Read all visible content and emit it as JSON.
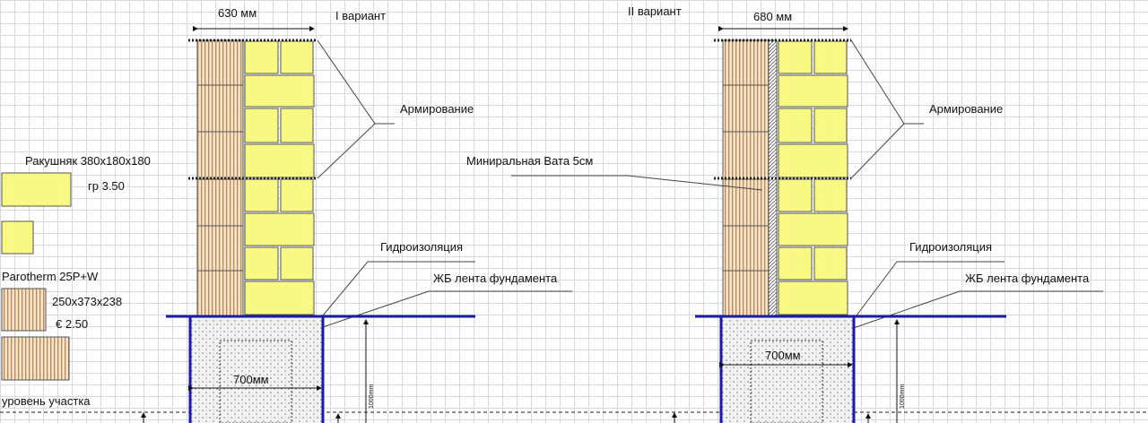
{
  "legend": {
    "shell_rock": "Ракушняк 380x180x180",
    "shell_rock_price": "гр 3.50",
    "parotherm": "Parotherm 25P+W",
    "parotherm_size": "250x373x238",
    "parotherm_price": "€ 2.50",
    "ground_level": "уровень участка"
  },
  "variant1": {
    "title": "I вариант",
    "width": "630 мм",
    "reinforcement": "Армирование",
    "waterproofing": "Гидроизоляция",
    "foundation": "ЖБ лента фундамента",
    "foundation_width": "700мм",
    "depth": "1000mm"
  },
  "variant2": {
    "title": "II вариант",
    "width": "680 мм",
    "reinforcement": "Армирование",
    "insulation": "Миниральная Вата 5см",
    "waterproofing": "Гидроизоляция",
    "foundation": "ЖБ лента фундамента",
    "foundation_width": "700мм",
    "depth": "1000mm"
  },
  "colors": {
    "block": "#ffff66",
    "brick": "#f5dcc0",
    "blue": "#1a1aa8"
  }
}
